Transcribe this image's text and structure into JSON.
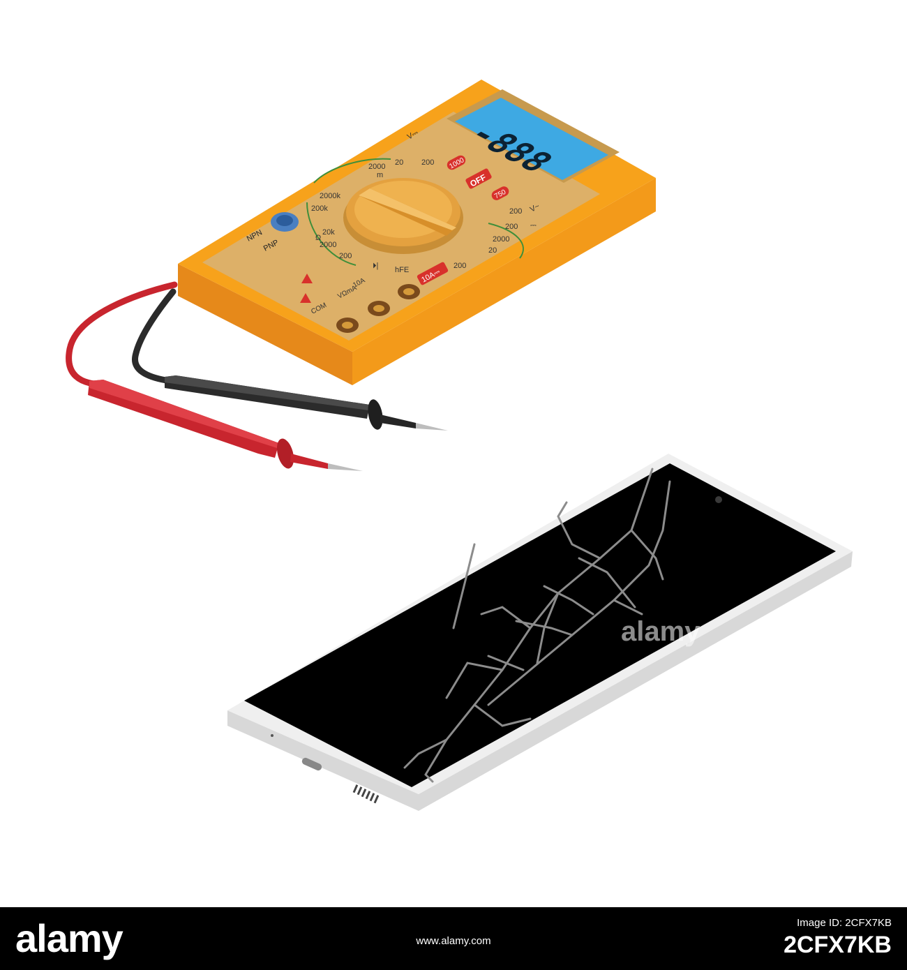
{
  "watermark": {
    "logo_text": "alamy"
  },
  "multimeter": {
    "display_reading": "-888",
    "labels": {
      "dcv": "V⎓",
      "acv": "V~",
      "off": "OFF",
      "r_1000": "1000",
      "r_750": "750",
      "r_2000m": "2000",
      "unit_m": "m",
      "r_20": "20",
      "r_200": "200",
      "r_2000k": "2000k",
      "r_200k": "200k",
      "r_20k": "20k",
      "r_2000": "2000",
      "ohm": "Ω",
      "npn": "NPN",
      "pnp": "PNP",
      "hfe": "hFE",
      "diode": "⏵|",
      "a10": "10A",
      "a10dc": "10A⎓",
      "vohm_ma": "VΩmA",
      "com": "COM",
      "amp_dc": "⎓",
      "a20": "20",
      "a200": "200",
      "a2000": "2000"
    },
    "colors": {
      "body": "#f7a21b",
      "face": "#ddb068",
      "lcd": "#3ea9e3",
      "off_button": "#d8312b",
      "probe_red": "#c8252e",
      "probe_black": "#2b2b2b"
    }
  },
  "smartphone": {
    "colors": {
      "frame": "#efefef",
      "screen": "#000000",
      "crack": "#8c8c8c"
    }
  },
  "footer": {
    "logo": "alamy",
    "image_id_label": "Image ID: 2CFX7KB",
    "image_id": "2CFX7KB",
    "url": "www.alamy.com"
  }
}
